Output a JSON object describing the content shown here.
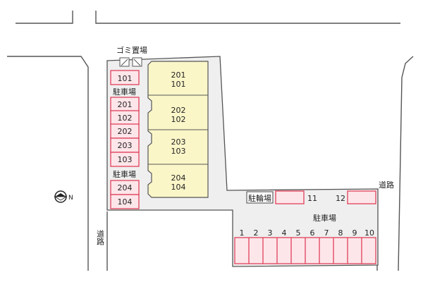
{
  "labels": {
    "garbage": "ゴミ置場",
    "parking_left_1": "駐車場",
    "parking_left_2": "駐車場",
    "parking_right": "駐車場",
    "bicycle": "駐輪場",
    "road_right": "道路",
    "road_left": "道路",
    "north": "N"
  },
  "building_units": [
    {
      "upper": "201",
      "lower": "101"
    },
    {
      "upper": "202",
      "lower": "102"
    },
    {
      "upper": "203",
      "lower": "103"
    },
    {
      "upper": "204",
      "lower": "104"
    }
  ],
  "left_parking_top": [
    "101"
  ],
  "left_parking_middle": [
    "201",
    "102",
    "202",
    "203",
    "103"
  ],
  "left_parking_bottom": [
    "204",
    "104"
  ],
  "right_parking_small": [
    "11",
    "12"
  ],
  "right_parking_numbers": [
    "1",
    "2",
    "3",
    "4",
    "5",
    "6",
    "7",
    "8",
    "9",
    "10"
  ],
  "colors": {
    "lot": "#efefef",
    "building": "#fbf6c8",
    "slot_fill": "#fde6ea",
    "slot_stroke": "#e0405a",
    "outline": "#555555"
  }
}
